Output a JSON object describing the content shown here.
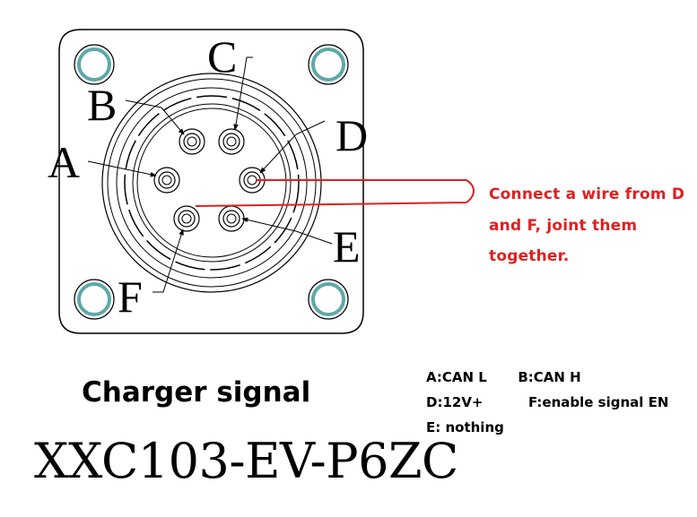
{
  "pins": {
    "a": "A",
    "b": "B",
    "c": "C",
    "d": "D",
    "e": "E",
    "f": "F"
  },
  "note_lines": [
    "Connect a wire from D",
    "and F, joint them",
    "together."
  ],
  "title": "Charger signal",
  "part_number": "XXC103-EV-P6ZC",
  "legend": {
    "a": "A:CAN L",
    "b": "B:CAN H",
    "d": "D:12V+",
    "f": "F:enable signal EN",
    "e": "E: nothing"
  },
  "colors": {
    "outline": "#000000",
    "mounting_hole": "#5fa8a8",
    "wire": "#e02020",
    "note_text": "#e02020"
  }
}
